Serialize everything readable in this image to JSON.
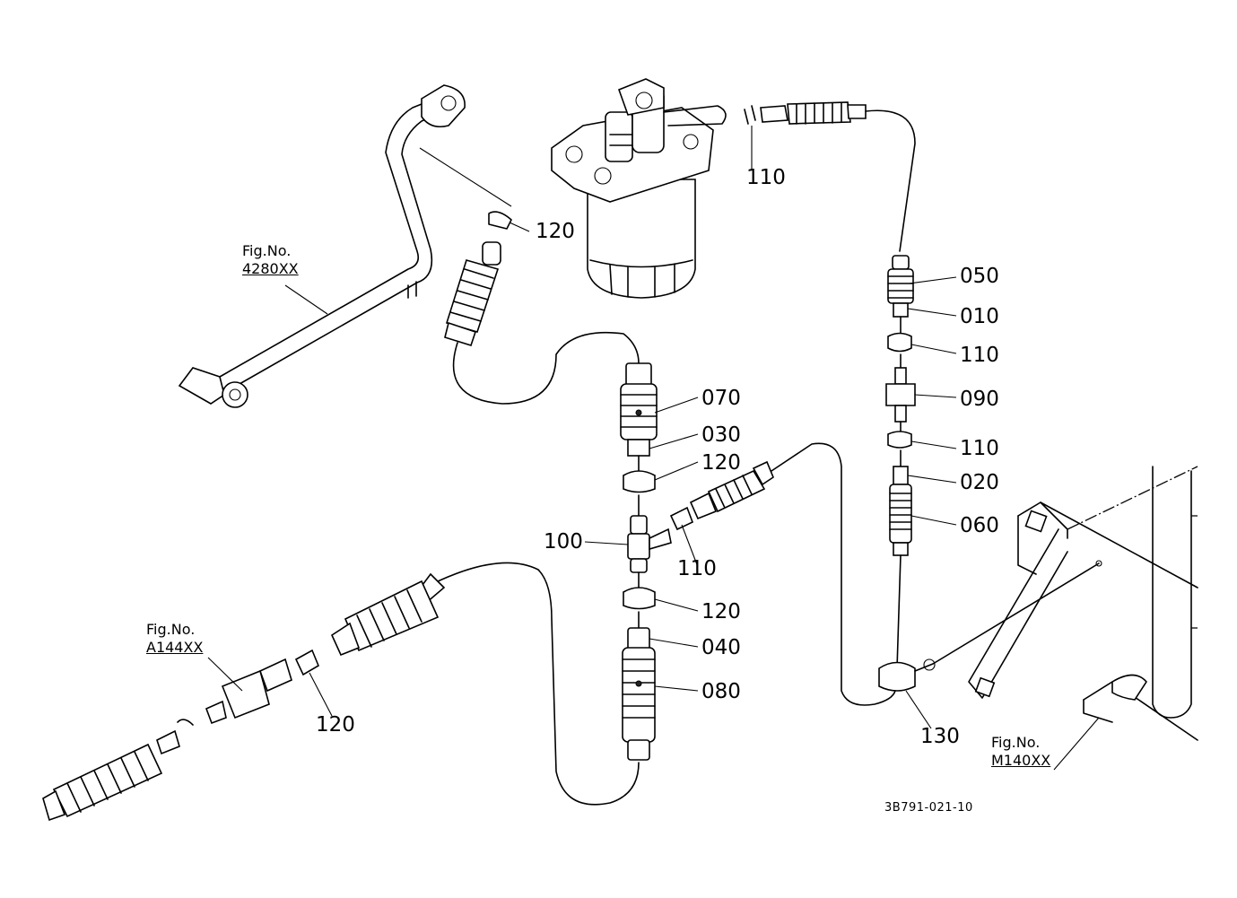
{
  "drawing_code": "3B791-021-10",
  "fig_refs": [
    {
      "id": "fig-4280",
      "title": "Fig.No.",
      "number": "4280XX"
    },
    {
      "id": "fig-a144",
      "title": "Fig.No.",
      "number": "A144XX"
    },
    {
      "id": "fig-m140",
      "title": "Fig.No.",
      "number": "M140XX"
    }
  ],
  "part_labels": [
    "110",
    "120",
    "050",
    "010",
    "110",
    "090",
    "110",
    "020",
    "060",
    "070",
    "030",
    "120",
    "110",
    "100",
    "120",
    "040",
    "080",
    "120",
    "130"
  ]
}
